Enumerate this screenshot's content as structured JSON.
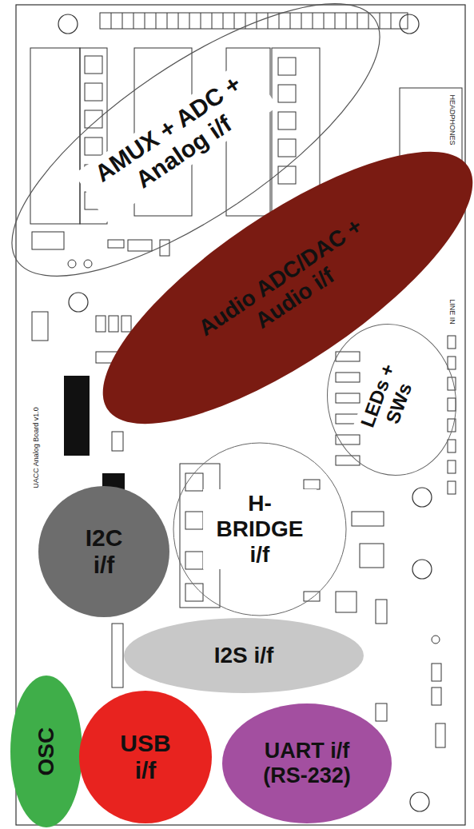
{
  "diagram": {
    "nodes": [
      {
        "text": [
          "AMUX + ADC + Analog i/f"
        ]
      },
      {
        "text": [
          "Audio ADC/DAC + Audio i/f"
        ]
      },
      {
        "text": [
          "LEDs + SWs"
        ]
      },
      {
        "text": [
          "H-BRIDGE i/f"
        ]
      },
      {
        "text": [
          "I2C i/f"
        ]
      },
      {
        "text": [
          "I2S i/f"
        ]
      },
      {
        "text": [
          "OSC"
        ]
      },
      {
        "text": [
          "USB i/f"
        ]
      },
      {
        "text": [
          "UART i/f (RS-232)"
        ]
      }
    ],
    "labels": [
      "HEADPHONES",
      "LINE IN",
      "UACC Analog Board v1.0"
    ]
  }
}
